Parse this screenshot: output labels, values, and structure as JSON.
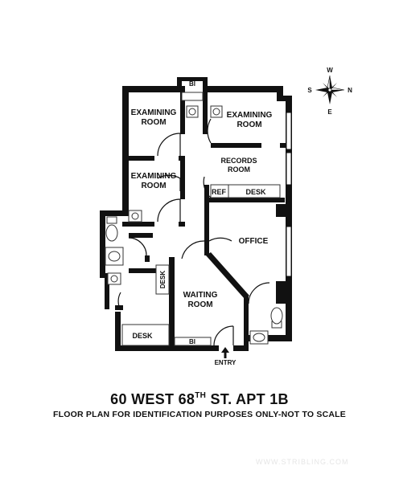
{
  "rooms": {
    "examining_room_1": [
      "EXAMINING",
      "ROOM"
    ],
    "examining_room_2": [
      "EXAMINING",
      "ROOM"
    ],
    "examining_room_3": [
      "EXAMINING",
      "ROOM"
    ],
    "records_room": [
      "RECORDS",
      "ROOM"
    ],
    "office": "OFFICE",
    "waiting_room": [
      "WAITING",
      "ROOM"
    ],
    "ref": "REF",
    "desk_records": "DESK",
    "desk_vertical": "DESK",
    "desk_lower": "DESK",
    "bi_top": "BI",
    "bi_bottom": "BI",
    "entry": "ENTRY"
  },
  "compass": {
    "north": "N",
    "south": "S",
    "east": "E",
    "west": "W"
  },
  "title": {
    "address_pre": "60 WEST 68",
    "address_sup": "TH",
    "address_post": " ST. APT 1B",
    "disclaimer": "FLOOR PLAN FOR IDENTIFICATION PURPOSES ONLY-NOT TO SCALE"
  },
  "watermark": "WWW.STRIBLING.COM",
  "colors": {
    "walls": "#111111",
    "fixtures": "#333333",
    "background": "#ffffff"
  }
}
